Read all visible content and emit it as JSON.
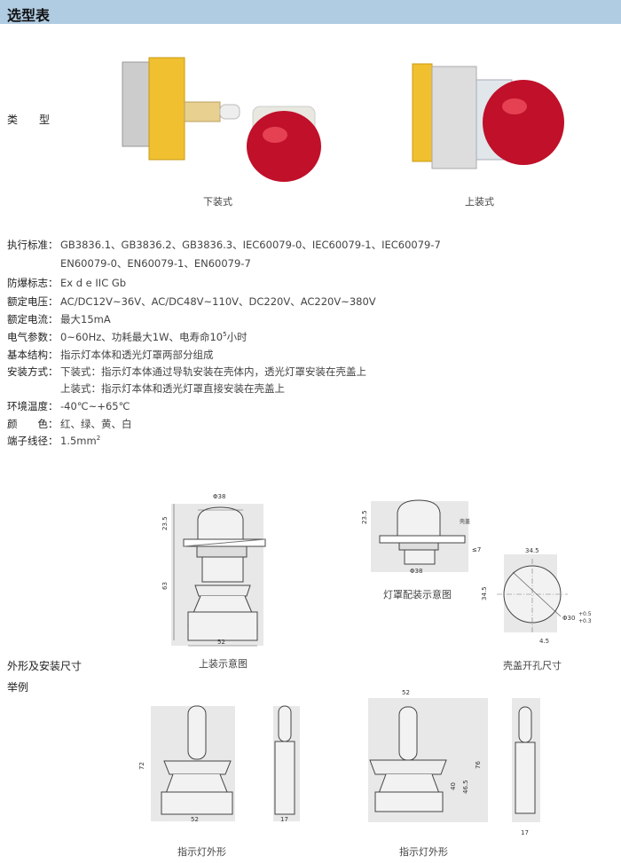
{
  "header": {
    "title": "选型表"
  },
  "type_section": {
    "label": "类　　型",
    "products": [
      {
        "caption": "下装式"
      },
      {
        "caption": "上装式"
      }
    ]
  },
  "specs": [
    {
      "key": "执行标准：",
      "value": "GB3836.1、GB3836.2、GB3836.3、IEC60079-0、IEC60079-1、IEC60079-7",
      "cont": "EN60079-0、EN60079-1、EN60079-7"
    },
    {
      "key": "防爆标志：",
      "value": "Ex d e IIC Gb"
    },
    {
      "key": "额定电压：",
      "value": "AC/DC12V~36V、AC/DC48V~110V、DC220V、AC220V~380V"
    },
    {
      "key": "额定电流：",
      "value": "最大15mA"
    },
    {
      "key": "电气参数：",
      "value": "0~60Hz、功耗最大1W、电寿命10",
      "sup": "5",
      "tail": "小时"
    },
    {
      "key": "基本结构：",
      "value": "指示灯本体和透光灯罩两部分组成"
    },
    {
      "key": "安装方式：",
      "value": "下装式：指示灯本体通过导轨安装在壳体内，透光灯罩安装在壳盖上",
      "cont": "上装式：指示灯本体和透光灯罩直接安装在壳盖上"
    },
    {
      "key": "环境温度：",
      "value": "-40℃~+65℃"
    },
    {
      "key": "颜　　色：",
      "value": "红、绿、黄、白"
    },
    {
      "key": "端子线径：",
      "value": "1.5mm",
      "sup": "2"
    }
  ],
  "dimensions": {
    "section_label": "外形及安装尺寸",
    "example_label": "举例",
    "top_mount": {
      "caption": "上装示意图",
      "dia": "Φ38",
      "h1": "23.5",
      "h2": "63",
      "w": "52"
    },
    "cover_fit": {
      "caption": "灯罩配装示意图",
      "h1": "23.5",
      "cover": "壳盖",
      "thk": "≤7",
      "dia": "Φ38"
    },
    "cutout": {
      "caption": "壳盖开孔尺寸",
      "w": "34.5",
      "h": "34.5",
      "dia": "Φ30",
      "tol_up": "+0.5",
      "tol_dn": "+0.3",
      "slot": "4.5"
    },
    "outline_left": {
      "caption": "指示灯外形",
      "h": "72",
      "w": "52",
      "side_w": "17"
    },
    "outline_right": {
      "caption": "指示灯外形",
      "w": "52",
      "h1": "40",
      "h2": "46.5",
      "h3": "76",
      "side_w": "17"
    }
  }
}
